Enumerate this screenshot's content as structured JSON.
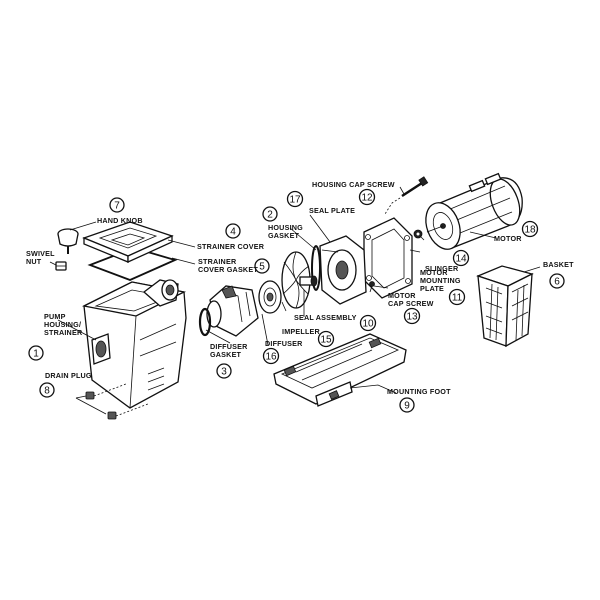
{
  "parts": [
    {
      "number": "1",
      "label_lines": [
        "PUMP",
        "HOUSING/",
        "STRAINER"
      ]
    },
    {
      "number": "2",
      "label_lines": [
        "HOUSING",
        "GASKET"
      ]
    },
    {
      "number": "3",
      "label_lines": [
        "DIFFUSER",
        "GASKET"
      ]
    },
    {
      "number": "4",
      "label_lines": [
        "STRAINER COVER"
      ]
    },
    {
      "number": "5",
      "label_lines": [
        "STRAINER",
        "COVER GASKET"
      ]
    },
    {
      "number": "6",
      "label_lines": [
        "BASKET"
      ]
    },
    {
      "number": "7",
      "label_lines": [
        "HAND KNOB"
      ]
    },
    {
      "number": "8",
      "label_lines": [
        "DRAIN PLUG"
      ]
    },
    {
      "number": "9",
      "label_lines": [
        "MOUNTING FOOT"
      ]
    },
    {
      "number": "10",
      "label_lines": [
        "SEAL ASSEMBLY"
      ]
    },
    {
      "number": "11",
      "label_lines": [
        "MOTOR",
        "MOUNTING",
        "PLATE"
      ]
    },
    {
      "number": "12",
      "label_lines": [
        "HOUSING CAP SCREW"
      ]
    },
    {
      "number": "13",
      "label_lines": [
        "MOTOR",
        "CAP SCREW"
      ]
    },
    {
      "number": "14",
      "label_lines": [
        "SLINGER"
      ]
    },
    {
      "number": "15",
      "label_lines": [
        "IMPELLER"
      ]
    },
    {
      "number": "16",
      "label_lines": [
        "DIFFUSER"
      ]
    },
    {
      "number": "17",
      "label_lines": [
        "SEAL PLATE"
      ]
    },
    {
      "number": "18",
      "label_lines": [
        "MOTOR"
      ]
    },
    {
      "number": "",
      "label_lines": [
        "SWIVEL",
        "NUT"
      ]
    }
  ]
}
